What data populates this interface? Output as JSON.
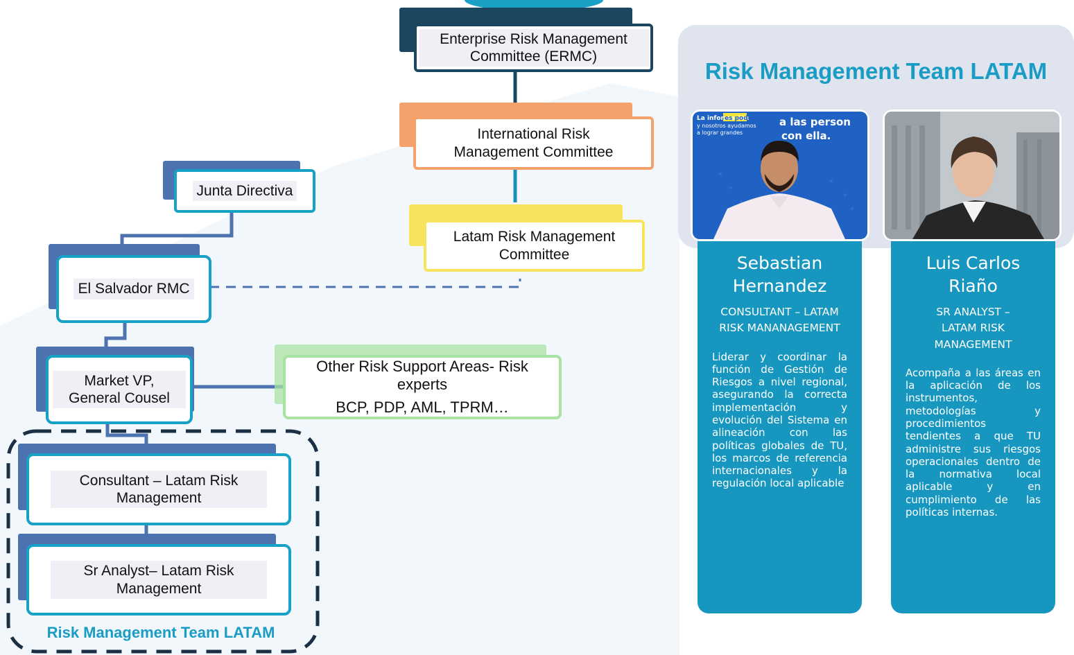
{
  "org_chart": {
    "nodes": {
      "ermc": "Enterprise Risk Management Committee (ERMC)",
      "international": "International Risk Management Committee",
      "latam": "Latam Risk Management Committee",
      "junta": "Junta Directiva",
      "el_salvador": "El Salvador RMC",
      "market_vp": "Market VP, General Cousel",
      "other_support_title": "Other Risk Support Areas- Risk experts",
      "other_support_list": "BCP, PDP, AML, TPRM…",
      "consultant": "Consultant – Latam Risk Management",
      "sr_analyst": "Sr Analyst– Latam Risk Management"
    },
    "team_group_label": "Risk Management Team LATAM"
  },
  "team_panel": {
    "title": "Risk Management Team LATAM",
    "members": [
      {
        "name": "Sebastian Hernandez",
        "role": "CONSULTANT – LATAM RISK MANANAGEMENT",
        "description": "Liderar y coordinar la función de Gestión de Riesgos a nivel regional, asegurando la correcta implementación y evolución del Sistema en alineación con las políticas globales de TU, los marcos de referencia internacionales y la regulación local aplicable",
        "photo_text": "La información es poder y nosotros ayudamos a las personas a lograr grandes cosas con ella."
      },
      {
        "name": "Luis Carlos Riaño",
        "role": "SR ANALYST – LATAM RISK MANAGEMENT",
        "description": "Acompaña a las áreas en la aplicación de los instrumentos, metodologías y procedimientos tendientes a que TU administre sus riesgos operacionales dentro de la normativa local aplicable y en cumplimiento de las políticas internas."
      }
    ]
  },
  "colors": {
    "navy": "#1b4660",
    "steel": "#4c73b0",
    "teal": "#18a1c6",
    "orange": "#f4a26b",
    "yellow": "#f7e35e",
    "green": "#a9e3a4",
    "card": "#1797bf",
    "title_teal": "#1a9cc4"
  }
}
